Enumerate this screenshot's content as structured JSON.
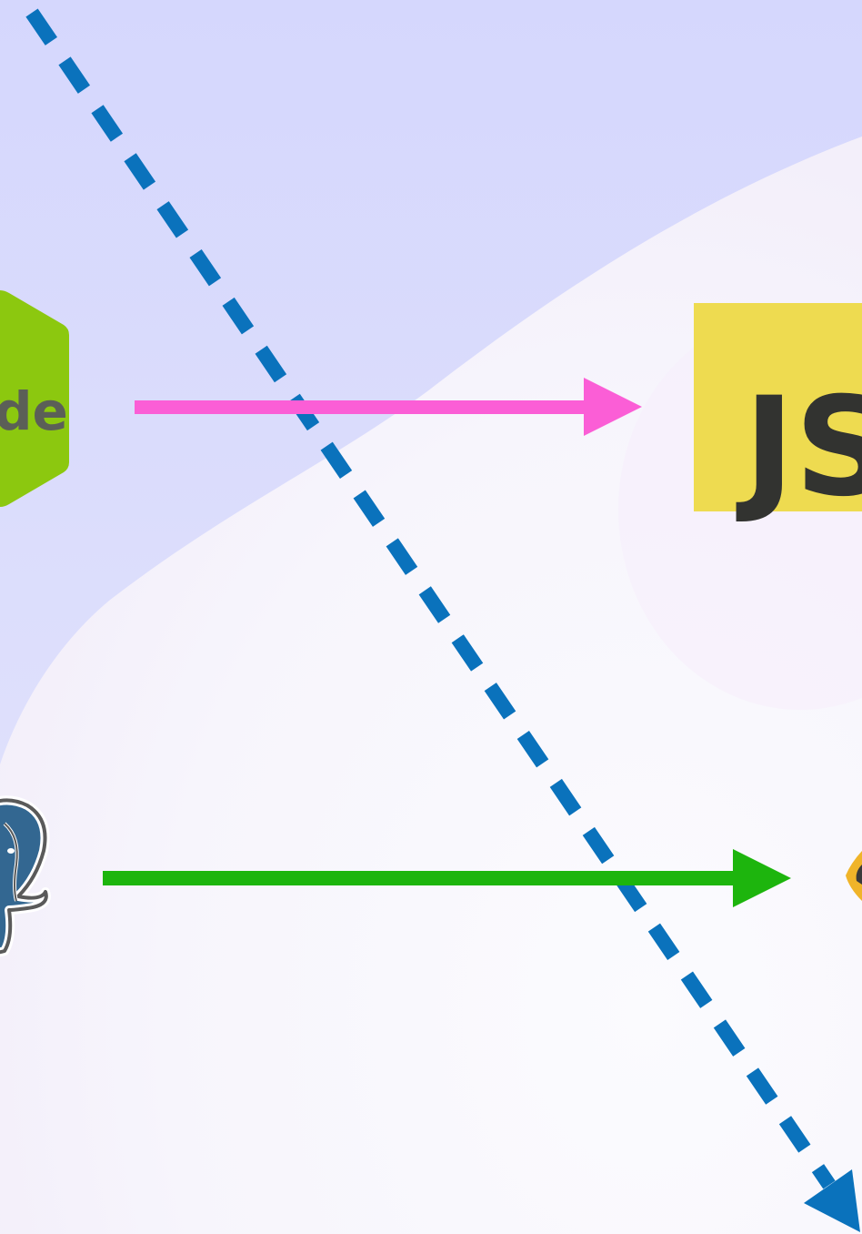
{
  "colors": {
    "bg_lavender": "#d8dafe",
    "bg_white": "#f8f8fd",
    "bg_pink_tint": "#f8f2fb",
    "node_green": "#8cc80f",
    "node_text_gray": "#5b5f57",
    "js_yellow": "#eedb50",
    "js_text": "#323330",
    "arrow_pink": "#fb5ed6",
    "arrow_green": "#1db50d",
    "arrow_blue": "#0a72bc",
    "postgres_blue": "#336791",
    "postgres_outline": "#ffffff",
    "postgres_stroke": "#5a5a5a",
    "logo_gold": "#f0b429"
  },
  "logos": {
    "nodejs": {
      "icon": "nodejs-icon",
      "text": "de"
    },
    "javascript": {
      "icon": "javascript-icon",
      "text": "JS"
    },
    "postgresql": {
      "icon": "postgresql-elephant-icon"
    },
    "partial_right": {
      "icon": "partial-gold-logo-icon"
    }
  },
  "arrows": [
    {
      "name": "pink-arrow",
      "from": "nodejs",
      "to": "javascript",
      "style": "solid",
      "color": "arrow_pink"
    },
    {
      "name": "green-arrow",
      "from": "postgresql",
      "to": "partial_right",
      "style": "solid",
      "color": "arrow_green"
    },
    {
      "name": "blue-dashed-arrow",
      "from": "top-left",
      "to": "bottom-right",
      "style": "dashed",
      "color": "arrow_blue"
    }
  ]
}
